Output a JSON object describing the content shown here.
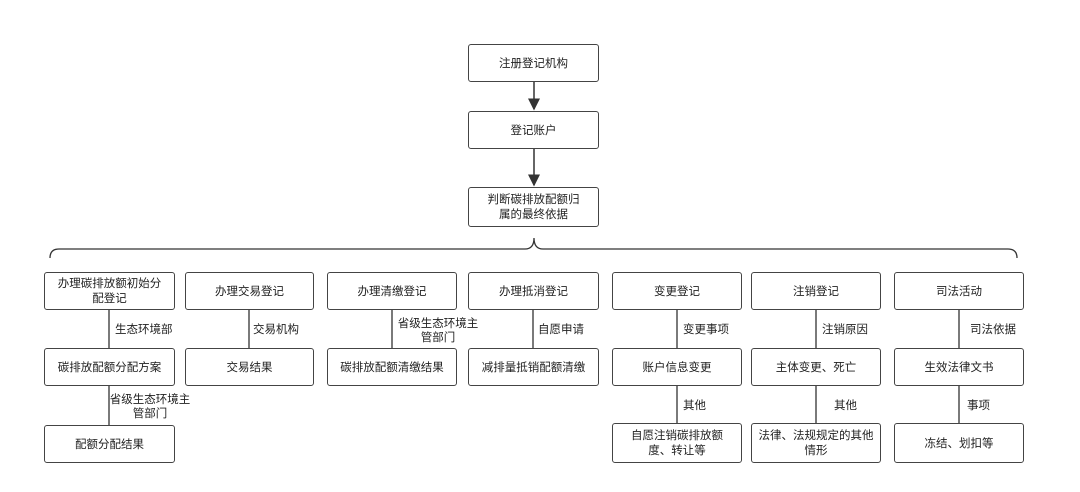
{
  "top": {
    "register_org": "注册登记机构",
    "register_account": "登记账户",
    "judge": "判断碳排放配额归属的最终依据"
  },
  "columns": [
    {
      "head": "办理碳排放额初始分配登记",
      "edge1": "生态环境部",
      "mid": "碳排放配额分配方案",
      "edge2": "省级生态环境主管部门",
      "bottom": "配额分配结果"
    },
    {
      "head": "办理交易登记",
      "edge1": "交易机构",
      "mid": "交易结果"
    },
    {
      "head": "办理清缴登记",
      "edge1": "省级生态环境主管部门",
      "mid": "碳排放配额清缴结果"
    },
    {
      "head": "办理抵消登记",
      "edge1": "自愿申请",
      "mid": "减排量抵销配额清缴"
    },
    {
      "head": "变更登记",
      "edge1": "变更事项",
      "mid": "账户信息变更",
      "edge2": "其他",
      "bottom": "自愿注销碳排放额度、转让等"
    },
    {
      "head": "注销登记",
      "edge1": "注销原因",
      "mid": "主体变更、死亡",
      "edge2": "其他",
      "bottom": "法律、法规规定的其他情形"
    },
    {
      "head": "司法活动",
      "edge1": "司法依据",
      "mid": "生效法律文书",
      "edge2": "事项",
      "bottom": "冻结、划扣等"
    }
  ]
}
